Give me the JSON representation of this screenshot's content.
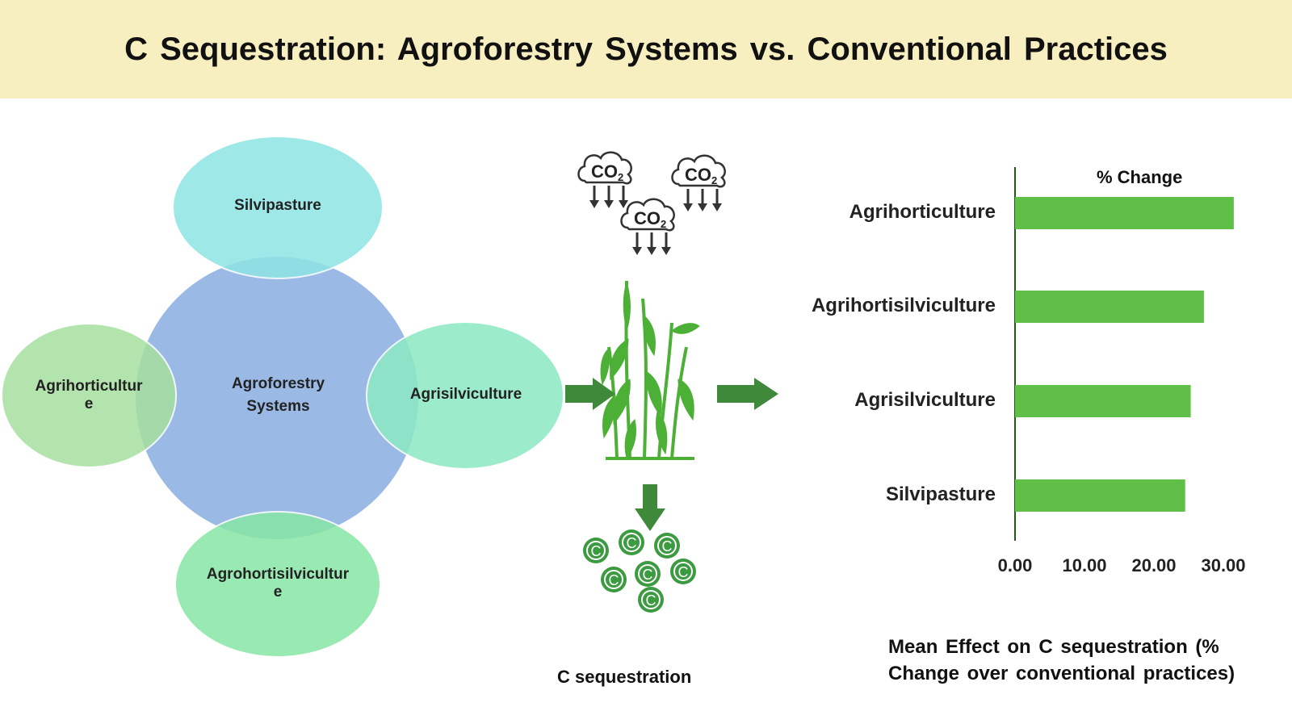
{
  "title": "C Sequestration: Agroforestry Systems vs. Conventional Practices",
  "diagram": {
    "center": "Agroforestry Systems",
    "top": "Silvipasture",
    "left": "Agrihorticulture",
    "right": "Agrisilviculture",
    "bottom": "Agrohortisilviculture"
  },
  "process": {
    "co2_label": "CO",
    "co2_subscript": "2",
    "carbon_symbol": "C",
    "caption": "C sequestration"
  },
  "colors": {
    "banner": "#f8efc0",
    "center_circle": "#8fb2e2",
    "top_ellipse": "#8fe4e4",
    "left_ellipse": "#a6e0a0",
    "right_ellipse": "#8be9c4",
    "bottom_ellipse": "#88e6a6",
    "arrow": "#3f8a3a",
    "bar": "#5fbf47",
    "carbon": "#3c9a40"
  },
  "chart_data": {
    "type": "bar",
    "orientation": "horizontal",
    "title": "% Change",
    "categories": [
      "Agrihorticulture",
      "Agrihortisilviculture",
      "Agrisilviculture",
      "Silvipasture"
    ],
    "values": [
      31.5,
      27.2,
      25.3,
      24.5
    ],
    "xlim": [
      0,
      30
    ],
    "xticks": [
      "0.00",
      "10.00",
      "20.00",
      "30.00"
    ],
    "caption": "Mean Effect on C sequestration (% Change over conventional practices)",
    "caption_lines": [
      "Mean Effect on C sequestration (%",
      "Change over conventional practices)"
    ]
  }
}
